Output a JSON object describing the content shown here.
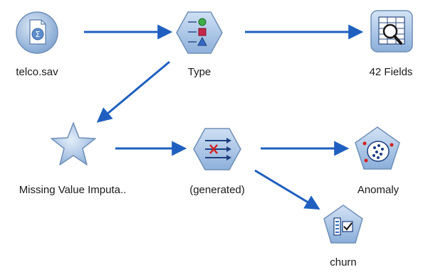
{
  "stream": {
    "nodes": {
      "source": {
        "label": "telco.sav",
        "icon": "statistics-file-icon"
      },
      "type": {
        "label": "Type",
        "icon": "type-node-icon"
      },
      "table": {
        "label": "42 Fields",
        "icon": "table-output-icon"
      },
      "impute": {
        "label": "Missing Value Imputa..",
        "icon": "star-supernode-icon"
      },
      "generated": {
        "label": "(generated)",
        "icon": "filter-node-icon"
      },
      "anomaly": {
        "label": "Anomaly",
        "icon": "anomaly-model-icon"
      },
      "churn": {
        "label": "churn",
        "icon": "flag-field-icon"
      }
    },
    "links": [
      {
        "from": "telco.sav",
        "to": "Type"
      },
      {
        "from": "Type",
        "to": "42 Fields"
      },
      {
        "from": "Type",
        "to": "Missing Value Imputa.."
      },
      {
        "from": "Missing Value Imputa..",
        "to": "(generated)"
      },
      {
        "from": "(generated)",
        "to": "Anomaly"
      },
      {
        "from": "(generated)",
        "to": "churn"
      }
    ]
  },
  "colors": {
    "link": "#1f5fbf",
    "node_fill": "#a9c3e4",
    "node_stroke": "#6f8fb7",
    "label_text": "#1a1a1a"
  }
}
